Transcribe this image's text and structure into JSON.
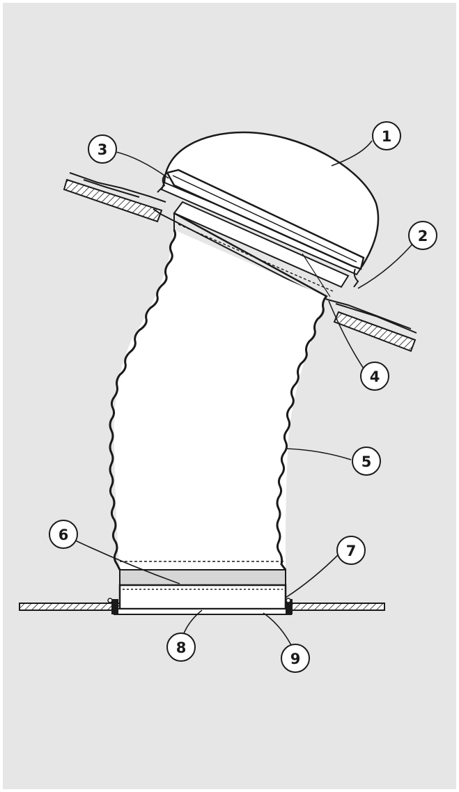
{
  "diagram": {
    "callouts": [
      {
        "id": "1",
        "label": "1"
      },
      {
        "id": "2",
        "label": "2"
      },
      {
        "id": "3",
        "label": "3"
      },
      {
        "id": "4",
        "label": "4"
      },
      {
        "id": "5",
        "label": "5"
      },
      {
        "id": "6",
        "label": "6"
      },
      {
        "id": "7",
        "label": "7"
      },
      {
        "id": "8",
        "label": "8"
      },
      {
        "id": "9",
        "label": "9"
      }
    ],
    "colors": {
      "background": "#e6e6e6",
      "line": "#1a1a1a",
      "tube_fill": "#ffffff",
      "collar_fill": "#d6d6d6"
    }
  }
}
